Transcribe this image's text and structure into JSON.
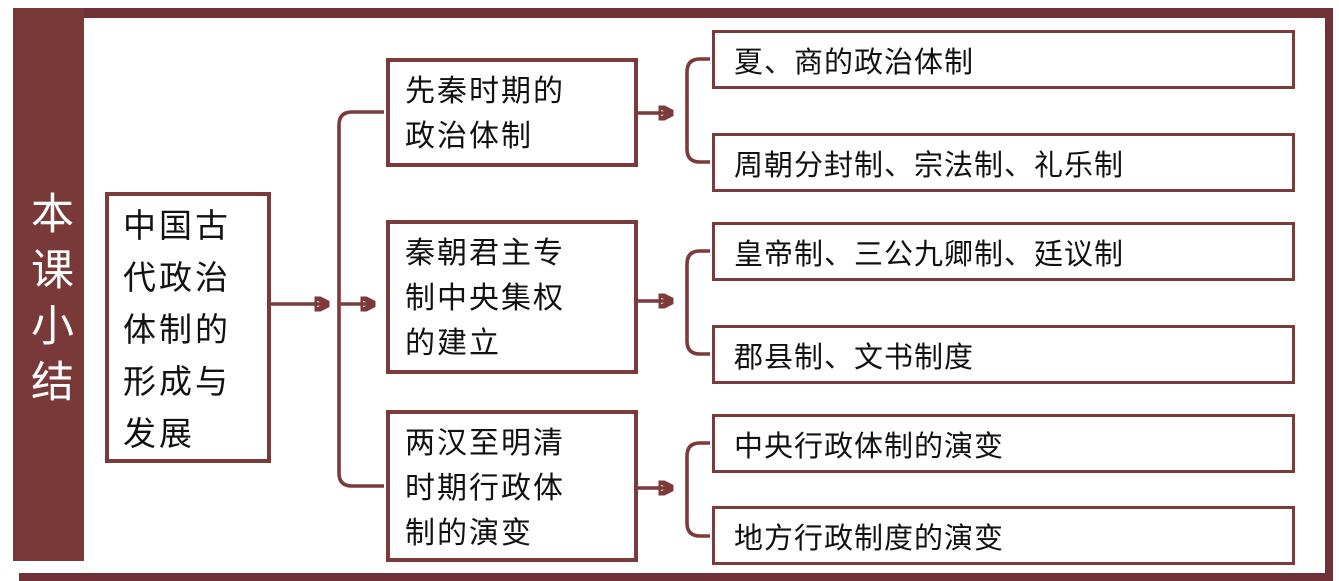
{
  "colors": {
    "frame_bar": "#6f3036",
    "sidebar_fill": "#7a3939",
    "box_border": "#7d3a3a",
    "connector": "#7d3a3a",
    "sidebar_text": "#ffffff",
    "box_text": "#111111",
    "background": "#ffffff"
  },
  "sidebar": {
    "label": "本课小结"
  },
  "root": {
    "label": "中国古\n代政治\n体制的\n形成与\n发展"
  },
  "branches": [
    {
      "label": "先秦时期的\n政治体制",
      "children": [
        "夏、商的政治体制",
        "周朝分封制、宗法制、礼乐制"
      ]
    },
    {
      "label": "秦朝君主专\n制中央集权\n的建立",
      "children": [
        "皇帝制、三公九卿制、廷议制",
        "郡县制、文书制度"
      ]
    },
    {
      "label": "两汉至明清\n时期行政体\n制的演变",
      "children": [
        "中央行政体制的演变",
        "地方行政制度的演变"
      ]
    }
  ]
}
